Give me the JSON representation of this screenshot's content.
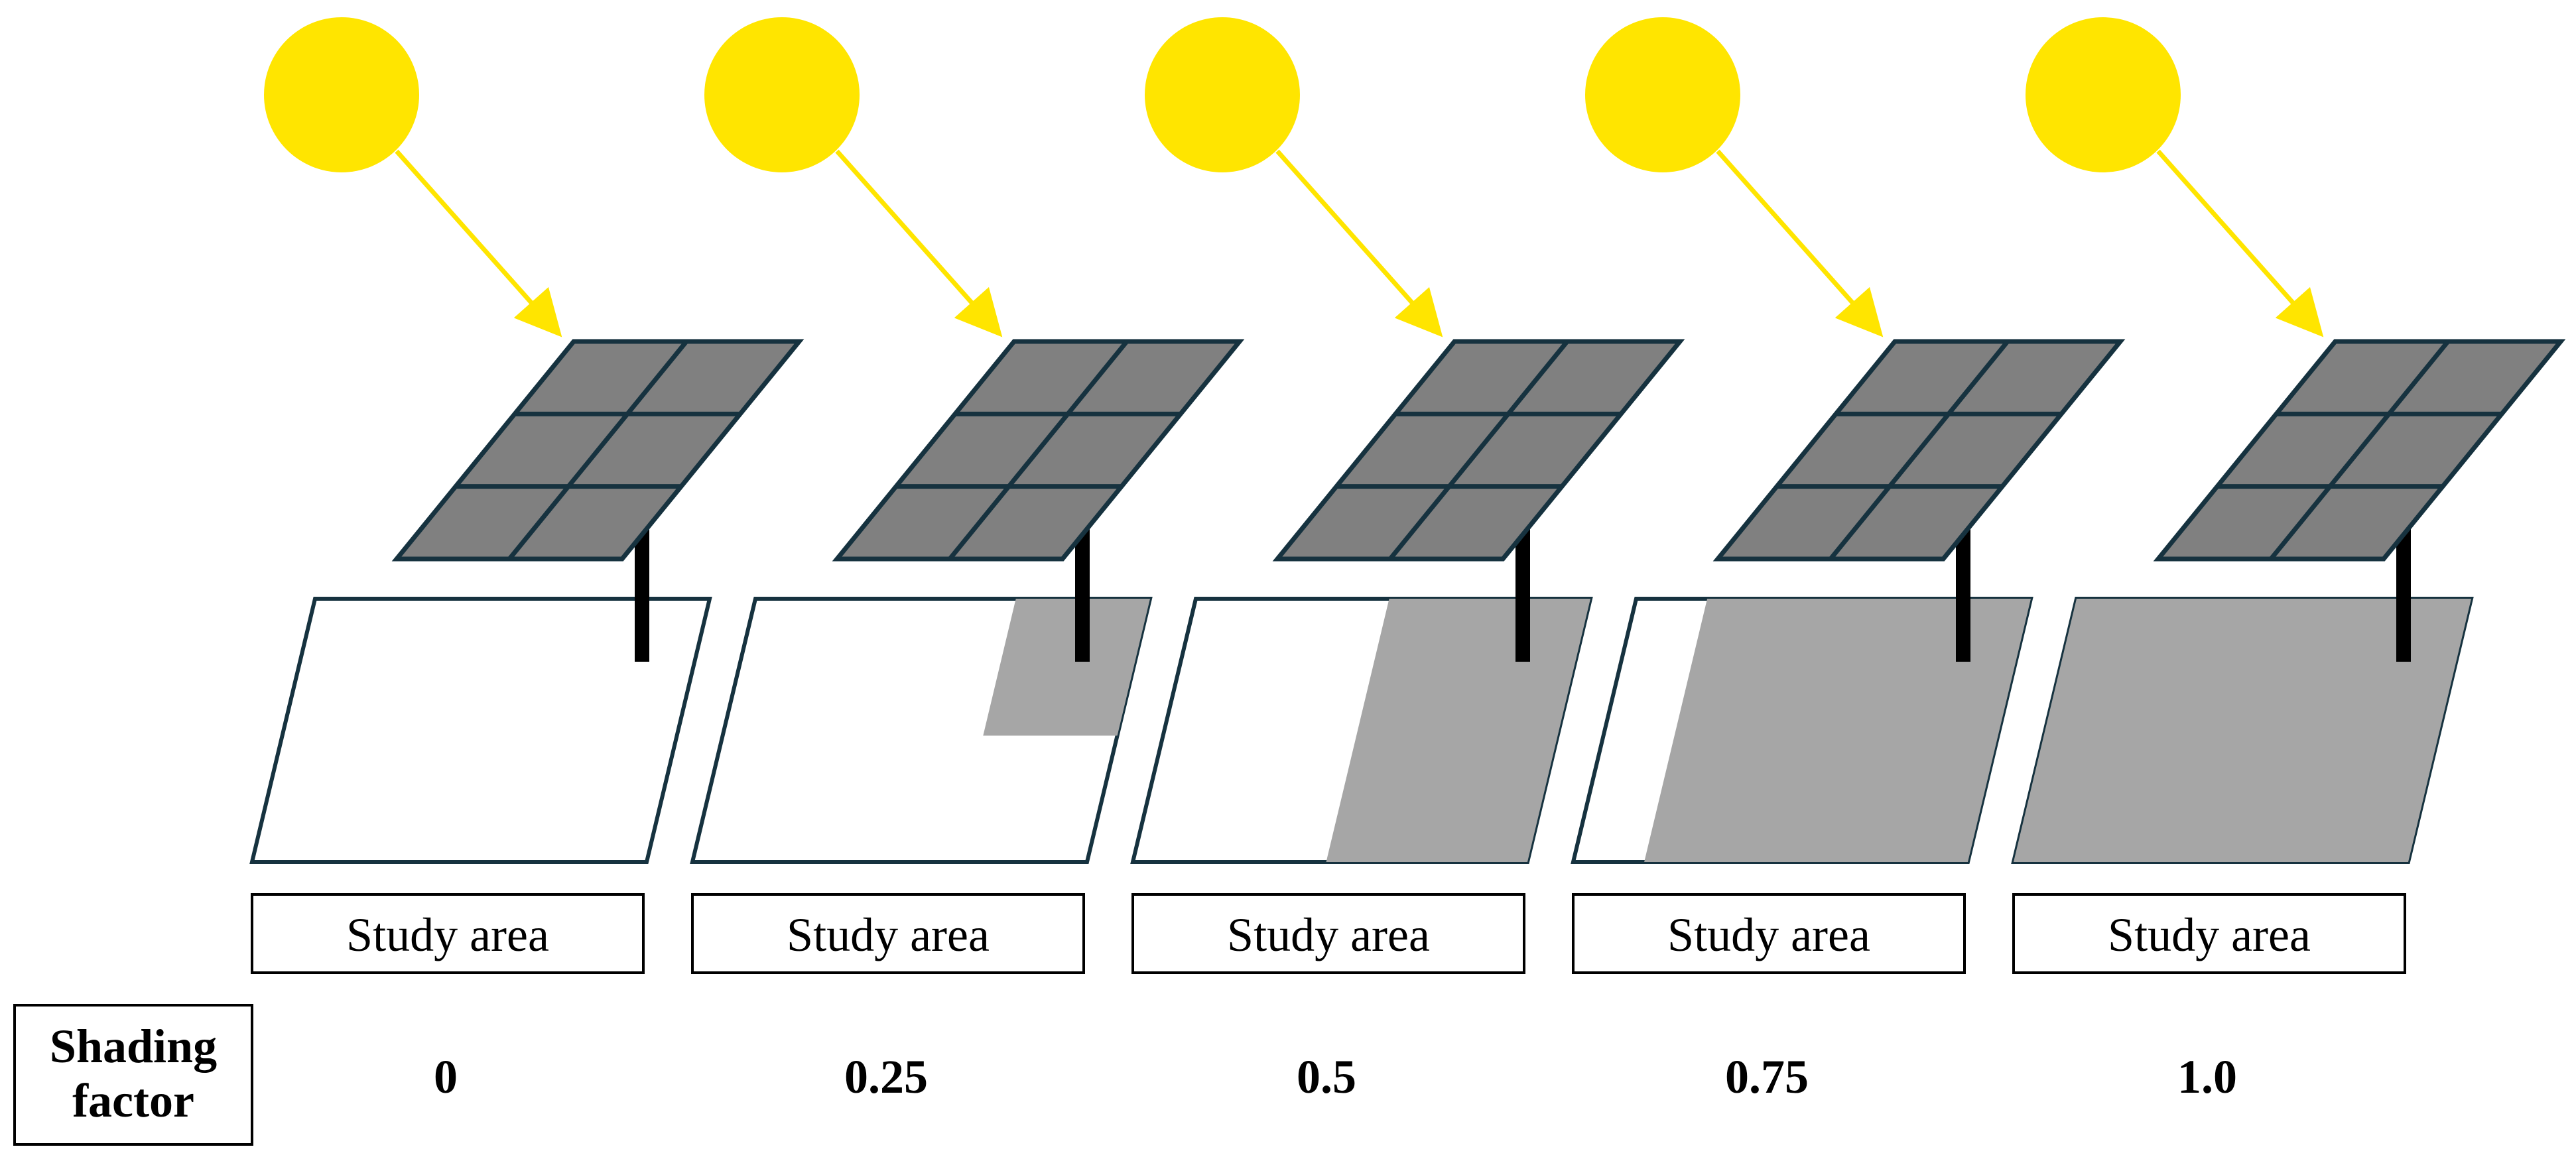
{
  "colors": {
    "sun": "#FFE500",
    "panel_fill": "#808080",
    "panel_stroke": "#16323F",
    "shadow": "#A6A6A6",
    "pole": "#000000"
  },
  "shading_label": {
    "line1": "Shading",
    "line2": "factor"
  },
  "scenarios": [
    {
      "study_area_label": "Study area",
      "shading_factor": "0",
      "shading_value": 0
    },
    {
      "study_area_label": "Study area",
      "shading_factor": "0.25",
      "shading_value": 0.25
    },
    {
      "study_area_label": "Study area",
      "shading_factor": "0.5",
      "shading_value": 0.5
    },
    {
      "study_area_label": "Study area",
      "shading_factor": "0.75",
      "shading_value": 0.75
    },
    {
      "study_area_label": "Study area",
      "shading_factor": "1.0",
      "shading_value": 1.0
    }
  ]
}
